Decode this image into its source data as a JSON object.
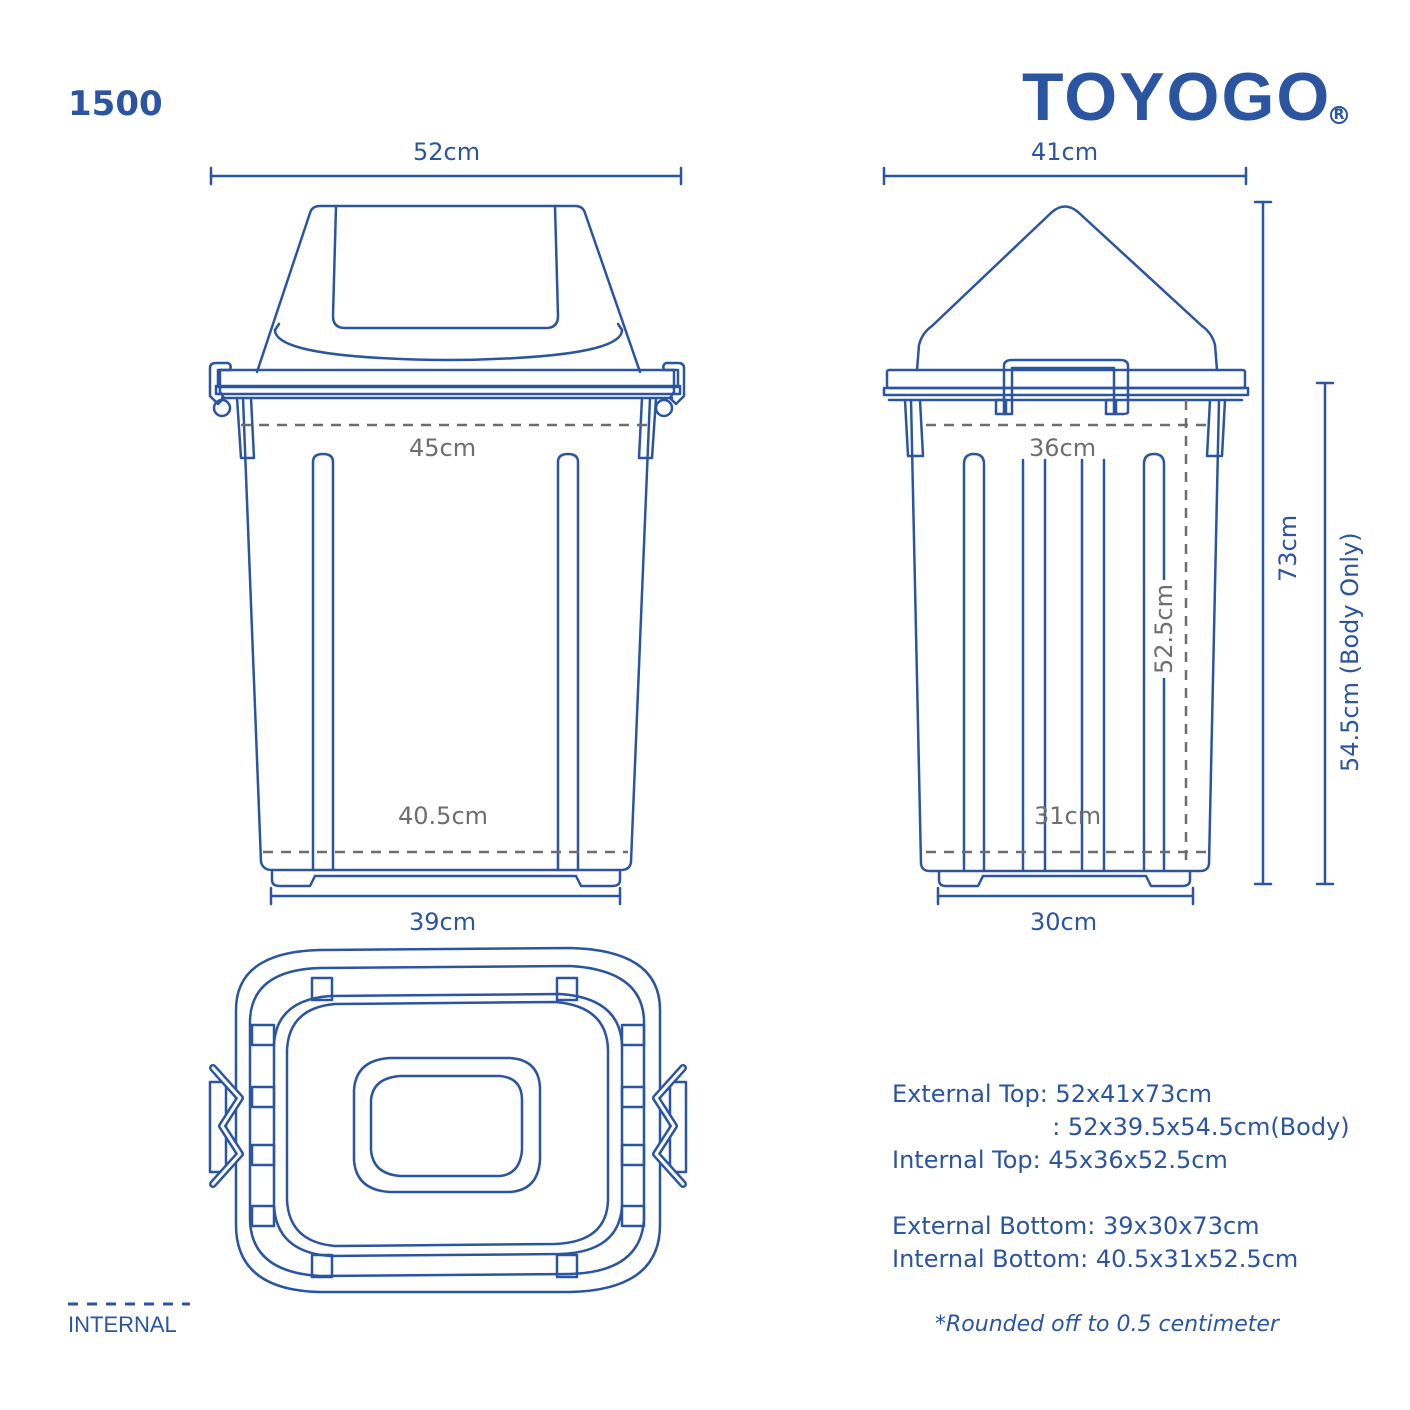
{
  "header": {
    "model": "1500",
    "brand": "TOYOGO",
    "brand_mark": "R"
  },
  "front_view": {
    "top_width": "52cm",
    "internal_top_width": "45cm",
    "internal_bottom_width": "40.5cm",
    "bottom_width": "39cm"
  },
  "side_view": {
    "top_width": "41cm",
    "internal_top_depth": "36cm",
    "internal_bottom_depth": "31cm",
    "bottom_depth": "30cm",
    "internal_height": "52.5cm",
    "total_height": "73cm",
    "body_height": "54.5cm (Body Only)"
  },
  "specs": {
    "lines": [
      "External Top: 52x41x73cm",
      "                     : 52x39.5x54.5cm(Body)",
      "Internal Top: 45x36x52.5cm",
      "",
      "External Bottom: 39x30x73cm",
      "Internal Bottom: 40.5x31x52.5cm"
    ]
  },
  "legend": {
    "label": "INTERNAL",
    "line_style": "dashed"
  },
  "note": "*Rounded off to 0.5 centimeter",
  "colors": {
    "primary": "#2b55a0",
    "internal_dim": "#6e6e6e",
    "background": "#ffffff"
  }
}
